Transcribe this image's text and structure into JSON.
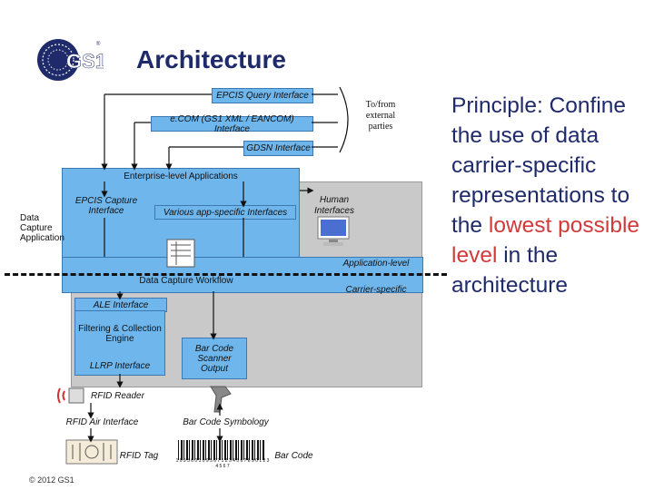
{
  "slide": {
    "title": "Architecture",
    "footer": "© 2012 GS1",
    "principle_prefix": "Principle: Confine the use of data carrier-specific representations to the ",
    "principle_highlight": "lowest possible level",
    "principle_suffix": " in the architecture",
    "highlight_color": "#d23a3a",
    "text_color": "#1f2a6b"
  },
  "logo": {
    "text": "GS1",
    "mark": "®"
  },
  "diagram": {
    "epcis_query": "EPCIS Query Interface",
    "ecom": "e.COM (GS1 XML / EANCOM) Interface",
    "gdsn": "GDSN Interface",
    "external": "To/from external parties",
    "enterprise": "Enterprise-level Applications",
    "data_capture_app": "Data Capture Application",
    "epcis_capture": "EPCIS Capture Interface",
    "app_specific": "Various app-specific Interfaces",
    "human": "Human Interfaces",
    "app_level": "Application-level",
    "carrier_specific": "Carrier-specific",
    "workflow": "Data Capture Workflow",
    "ale": "ALE Interface",
    "filtering": "Filtering & Collection Engine",
    "llrp": "LLRP Interface",
    "scanner_output": "Bar Code Scanner Output",
    "rfid_reader": "RFID Reader",
    "rfid_air": "RFID Air Interface",
    "barcode_symbology": "Bar Code Symbology",
    "rfid_tag": "RFID Tag",
    "barcode": "Bar Code",
    "barcode_digits": "1 0 9 5 0 0 1 0 9 5 6 7 1 2 3 4 5 6 7 8 9 0 1 2 3 4 5 6 7"
  },
  "colors": {
    "box_fill": "#6fb6ec",
    "box_border": "#3d78b0",
    "gray_fill": "#c9c9c9",
    "navy": "#1f2a6b"
  }
}
